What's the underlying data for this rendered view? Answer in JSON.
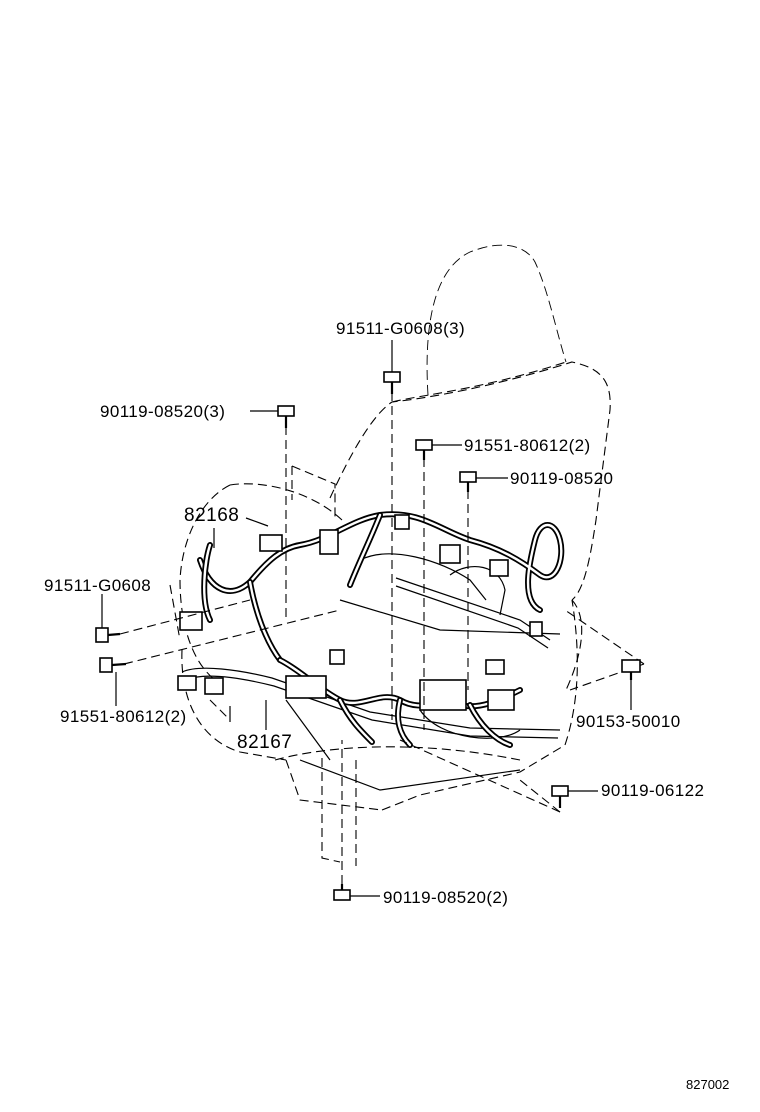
{
  "parts": [
    {
      "id": "p1",
      "number": "91511-G0608(3)"
    },
    {
      "id": "p2",
      "number": "90119-08520(3)"
    },
    {
      "id": "p3",
      "number": "91551-80612(2)"
    },
    {
      "id": "p4",
      "number": "90119-08520"
    },
    {
      "id": "p5",
      "number": "91511-G0608"
    },
    {
      "id": "p6",
      "number": "91551-80612(2)"
    },
    {
      "id": "p7",
      "number": "90153-50010"
    },
    {
      "id": "p8",
      "number": "90119-06122"
    },
    {
      "id": "p9",
      "number": "90119-08520(2)"
    }
  ],
  "references": [
    {
      "id": "r1",
      "number": "82168"
    },
    {
      "id": "r2",
      "number": "82167"
    }
  ],
  "diagram_code": "827002"
}
